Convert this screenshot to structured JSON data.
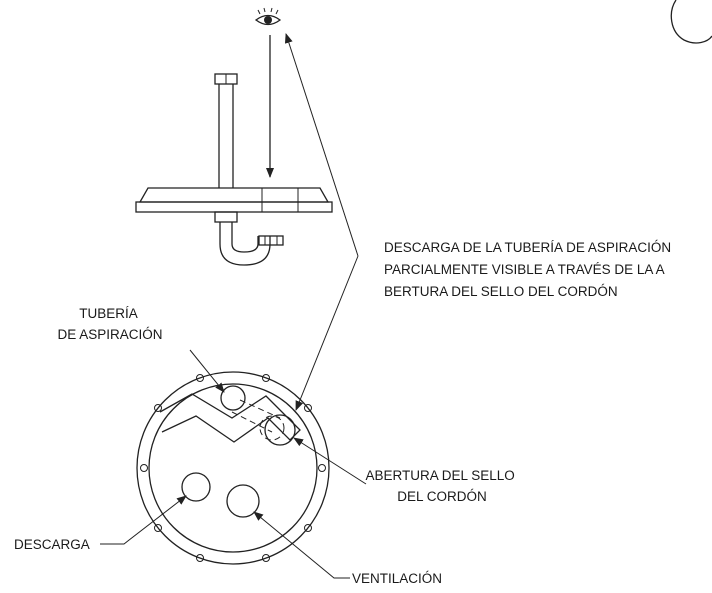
{
  "labels": {
    "descarga_tuberia": [
      "DESCARGA DE LA TUBERÍA DE ASPIRACIÓN",
      "PARCIALMENTE VISIBLE A TRAVÉS DE LA A",
      "BERTURA DEL SELLO DEL CORDÓN"
    ],
    "tuberia_aspiracion": [
      "TUBERÍA",
      "DE ASPIRACIÓN"
    ],
    "abertura_sello": [
      "ABERTURA DEL SELLO",
      "DEL CORDÓN"
    ],
    "descarga": "DESCARGA",
    "ventilacion": "VENTILACIÓN"
  },
  "icons": {
    "viewer": "eye-icon"
  }
}
